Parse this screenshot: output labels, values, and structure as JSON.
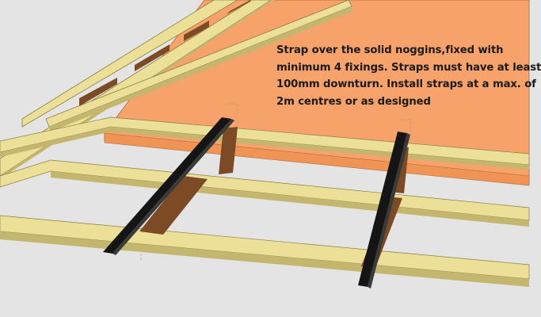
{
  "annotation": {
    "lines": [
      "Strap over the solid noggins,fixed with",
      "minimum 4 fixings. Straps must have at least",
      "100mm downturn. Install straps at a max. of",
      "2m centres or as designed"
    ]
  },
  "colors": {
    "background": "#e4e4e4",
    "wall": "#f7a26b",
    "timber": "#ecdf98",
    "timber_shade": "#c4b66e",
    "noggin": "#7c4a24",
    "strap": "#151515"
  }
}
